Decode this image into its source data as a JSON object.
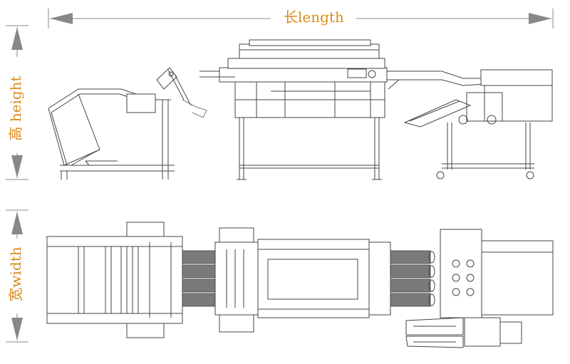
{
  "labels": {
    "length": "长length",
    "height": "高 height",
    "width": "宽width"
  },
  "colors": {
    "label": "#d98a1c",
    "line": "#444444",
    "arrow": "#888888"
  }
}
